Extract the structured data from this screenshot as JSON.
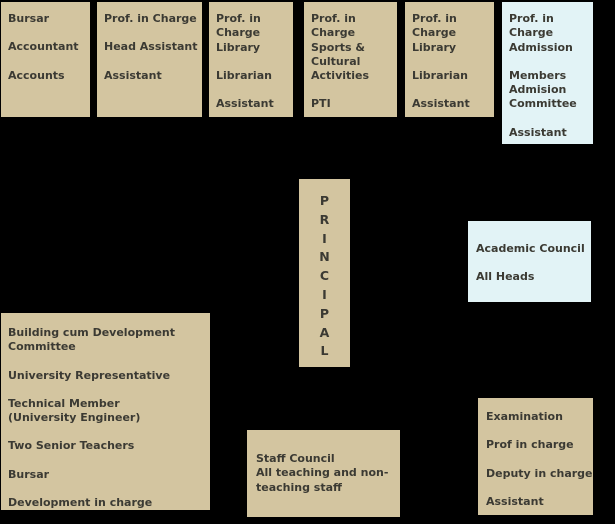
{
  "colors": {
    "background": "#000000",
    "box_tan": "#d3c5a0",
    "box_blue": "#e2f3f6",
    "text": "#3b3a33"
  },
  "boxes": [
    {
      "name": "bursar-accounts",
      "items": [
        "Bursar",
        "Accountant",
        "Accounts"
      ]
    },
    {
      "name": "office-staff",
      "items": [
        "Prof. in Charge",
        "Head Assistant",
        "Assistant"
      ]
    },
    {
      "name": "library-1",
      "items": [
        "Prof. in\nCharge\nLibrary",
        "Librarian",
        "Assistant"
      ]
    },
    {
      "name": "sports-cultural",
      "items": [
        "Prof. in\nCharge\nSports &\nCultural\nActivities",
        "PTI"
      ]
    },
    {
      "name": "library-2",
      "items": [
        "Prof. in\nCharge\nLibrary",
        "Librarian",
        "Assistant"
      ]
    },
    {
      "name": "admission",
      "items": [
        "Prof. in\nCharge\nAdmission",
        "Members\nAdmision\nCommittee",
        "Assistant"
      ]
    },
    {
      "name": "principal",
      "text": "P\nR\nI\nN\nC\nI\nP\nA\nL"
    },
    {
      "name": "academic-council",
      "items": [
        "Academic Council",
        "All Heads"
      ]
    },
    {
      "name": "building-development",
      "items": [
        "Building cum Development\nCommittee",
        "University Representative",
        "Technical Member\n(University Engineer)",
        "Two Senior Teachers",
        "Bursar",
        "Development in charge"
      ]
    },
    {
      "name": "staff-council",
      "items": [
        "Staff Council",
        "All teaching and non-\nteaching staff"
      ]
    },
    {
      "name": "examination",
      "items": [
        "Examination",
        "Prof in charge",
        "Deputy in charge",
        "Assistant"
      ]
    }
  ]
}
